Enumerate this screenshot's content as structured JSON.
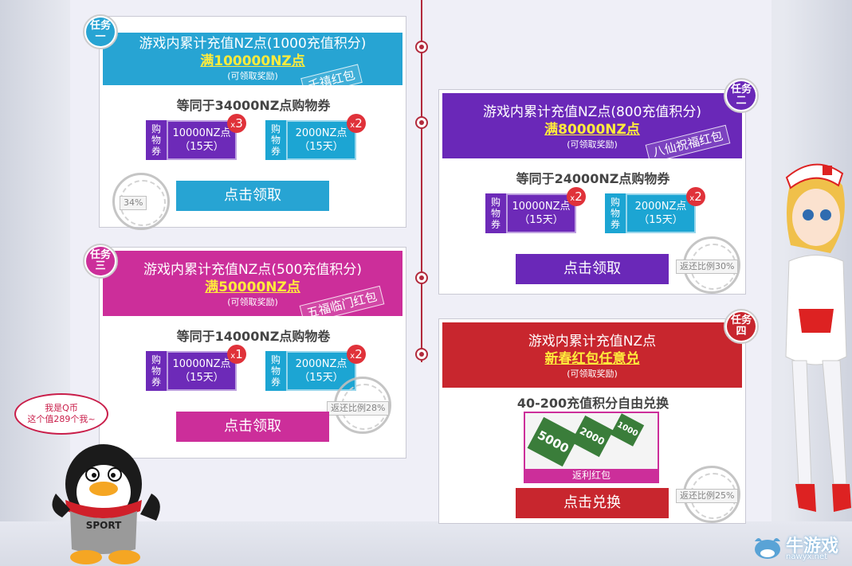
{
  "tasks": [
    {
      "badge_line1": "任务",
      "badge_line2": "一",
      "title": "游戏内累计充值NZ点(1000充值积分)",
      "target": "满100000NZ点",
      "note": "(可领取奖励)",
      "stamp": "千禧红包",
      "equal": "等同于34000NZ点购物券",
      "coupons": [
        {
          "tag": [
            "购",
            "物",
            "券"
          ],
          "amount": "10000NZ点",
          "days": "（15天）",
          "mult_x": "x",
          "mult_n": "3"
        },
        {
          "tag": [
            "购",
            "物",
            "券"
          ],
          "amount": "2000NZ点",
          "days": "（15天）",
          "mult_x": "x",
          "mult_n": "2"
        }
      ],
      "button": "点击领取",
      "seal": "34%"
    },
    {
      "badge_line1": "任务",
      "badge_line2": "二",
      "title": "游戏内累计充值NZ点(800充值积分)",
      "target": "满80000NZ点",
      "note": "(可领取奖励)",
      "stamp": "八仙祝福红包",
      "equal": "等同于24000NZ点购物券",
      "coupons": [
        {
          "tag": [
            "购",
            "物",
            "券"
          ],
          "amount": "10000NZ点",
          "days": "（15天）",
          "mult_x": "x",
          "mult_n": "2"
        },
        {
          "tag": [
            "购",
            "物",
            "券"
          ],
          "amount": "2000NZ点",
          "days": "（15天）",
          "mult_x": "x",
          "mult_n": "2"
        }
      ],
      "button": "点击领取",
      "seal": "返还比例30%"
    },
    {
      "badge_line1": "任务",
      "badge_line2": "三",
      "title": "游戏内累计充值NZ点(500充值积分)",
      "target": "满50000NZ点",
      "note": "(可领取奖励)",
      "stamp": "五福临门红包",
      "equal": "等同于14000NZ点购物卷",
      "coupons": [
        {
          "tag": [
            "购",
            "物",
            "券"
          ],
          "amount": "10000NZ点",
          "days": "（15天）",
          "mult_x": "x",
          "mult_n": "1"
        },
        {
          "tag": [
            "购",
            "物",
            "券"
          ],
          "amount": "2000NZ点",
          "days": "（15天）",
          "mult_x": "x",
          "mult_n": "2"
        }
      ],
      "button": "点击领取",
      "seal": "返还比例28%"
    },
    {
      "badge_line1": "任务",
      "badge_line2": "四",
      "title": "游戏内累计充值NZ点",
      "target": "新春红包任意兑",
      "note": "(可领取奖励)",
      "equal": "40-200充值积分自由兑换",
      "packs": [
        "5000",
        "2000",
        "1000"
      ],
      "pack_caption": "返利红包",
      "button": "点击兑换",
      "seal": "返还比例25%"
    }
  ],
  "mascot": {
    "speech_line1": "我是Q币",
    "speech_line2": "这个值289个我~",
    "shirt": "SPORT"
  },
  "logo": {
    "name": "牛游戏",
    "url": "nawyx.net"
  },
  "colors": {
    "task1": "#27a4d3",
    "task2": "#6a28b8",
    "task3": "#cc2e9a",
    "task4": "#c8262e"
  }
}
